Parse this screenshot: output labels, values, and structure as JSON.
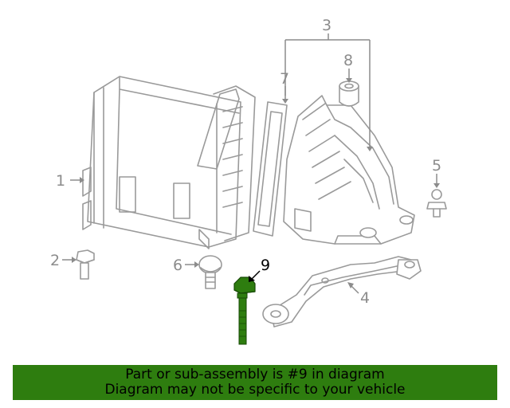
{
  "callouts": {
    "c1": "1",
    "c2": "2",
    "c3": "3",
    "c4": "4",
    "c5": "5",
    "c6": "6",
    "c7": "7",
    "c8": "8",
    "c9": "9"
  },
  "highlight_part": {
    "label": "9",
    "color": "#2e7d0f"
  },
  "banner": {
    "line1": "Part or sub-assembly is #9 in diagram",
    "line2": "Diagram may not be specific to your vehicle",
    "background": "#2e7d0f"
  },
  "colors": {
    "line_art": "#9a9a9a",
    "callout_text": "#8c8c8c",
    "highlight": "#2e7d0f"
  }
}
